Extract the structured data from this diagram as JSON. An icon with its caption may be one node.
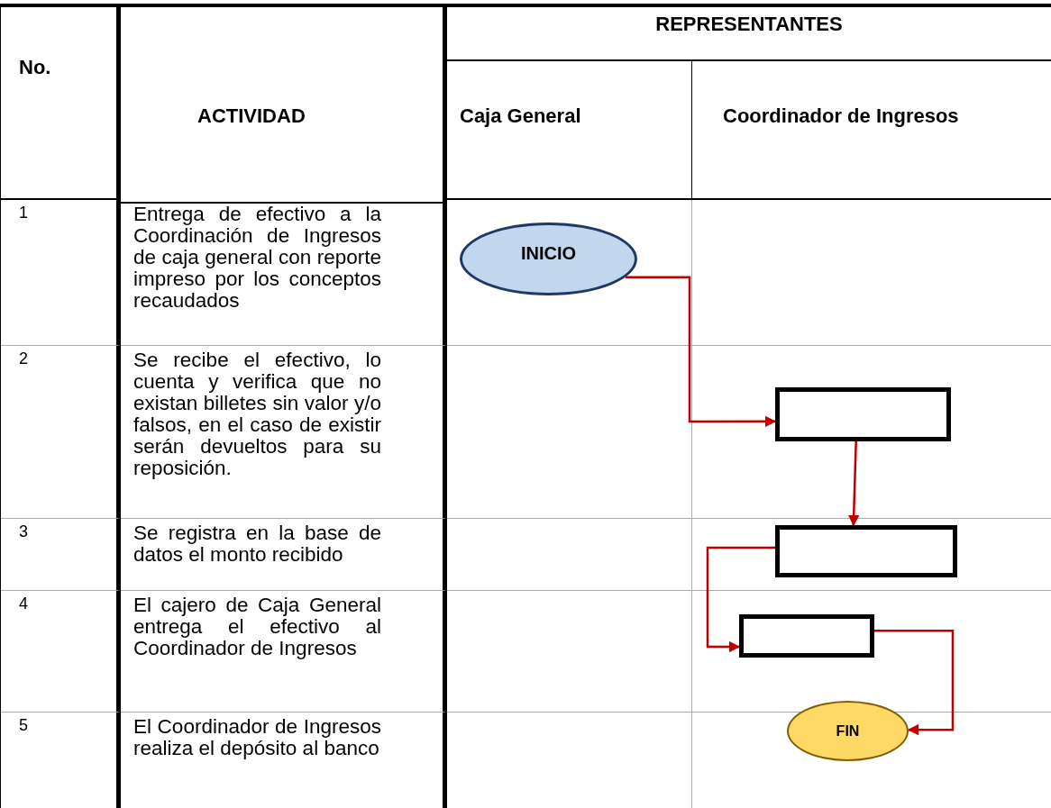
{
  "diagram": {
    "nodes": [
      {
        "text": [
          "INICIO"
        ]
      },
      {
        "text": [],
        "shape": "box"
      },
      {
        "text": [],
        "shape": "box"
      },
      {
        "text": [],
        "shape": "box"
      },
      {
        "text": [
          "FIN"
        ]
      }
    ],
    "edges": [
      {
        "from": 0,
        "to": 1,
        "arrow": "to"
      },
      {
        "from": 1,
        "to": 2,
        "arrow": "to"
      },
      {
        "from": 2,
        "to": 3,
        "arrow": "to"
      },
      {
        "from": 3,
        "to": 4,
        "arrow": "to"
      }
    ],
    "labels": [
      "No.",
      "REPRESENTANTES",
      "ACTIVIDAD",
      "Caja General",
      "Coordinador de Ingresos",
      "1",
      "Entrega de efectivo a la Coordinación de Ingresos de caja general con reporte impreso por los conceptos recaudados",
      "2",
      "Se recibe el efectivo, lo cuenta y verifica que no existan billetes sin valor y/o falsos, en el caso de existir serán devueltos para su reposición.",
      "3",
      "Se registra en la base de datos el monto recibido",
      "4",
      "El cajero de Caja General entrega el efectivo al Coordinador de Ingresos",
      "5",
      "El Coordinador de Ingresos realiza el depósito al banco"
    ]
  }
}
